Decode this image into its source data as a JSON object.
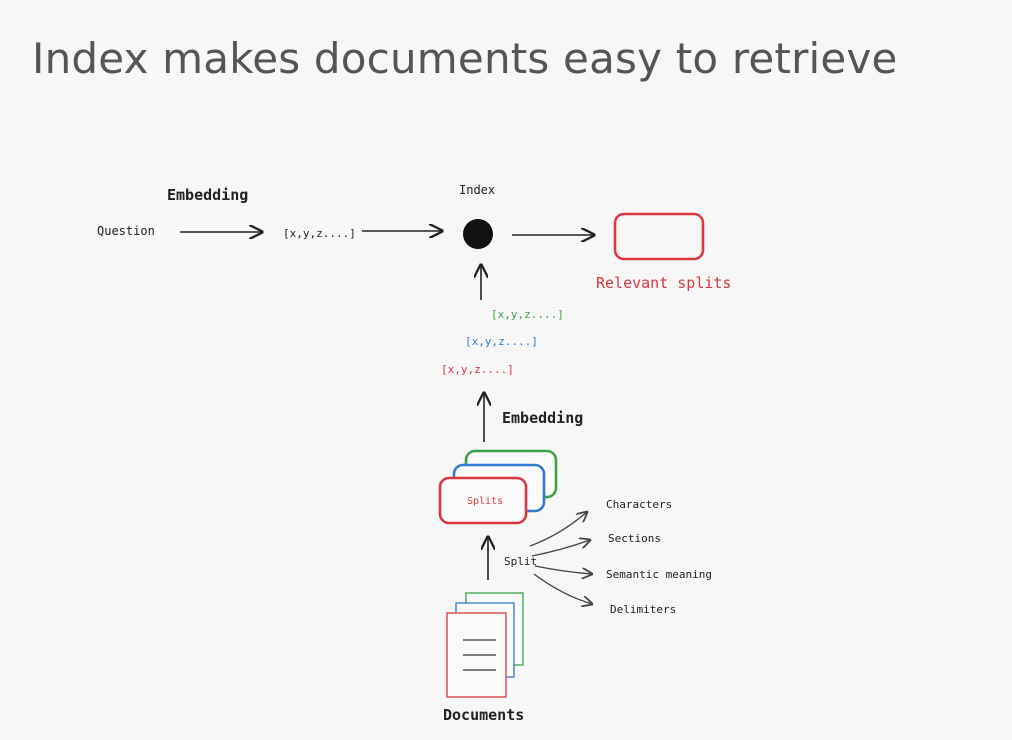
{
  "title": "Index makes documents easy to retrieve",
  "diagram": {
    "top_row": {
      "question": "Question",
      "embedding": "Embedding",
      "vector": "[x,y,z....]",
      "index": "Index",
      "relevant_splits": "Relevant splits"
    },
    "vectors": {
      "green": "[x,y,z....]",
      "blue": "[x,y,z....]",
      "red": "[x,y,z....]"
    },
    "embedding_lower": "Embedding",
    "splits_label": "Splits",
    "split_label": "Split",
    "split_methods": [
      "Characters",
      "Sections",
      "Semantic meaning",
      "Delimiters"
    ],
    "documents_label": "Documents"
  },
  "colors": {
    "red": "#d9383f",
    "blue": "#2f7bd0",
    "green": "#3aa346",
    "ink": "#222222",
    "title": "#555555"
  }
}
